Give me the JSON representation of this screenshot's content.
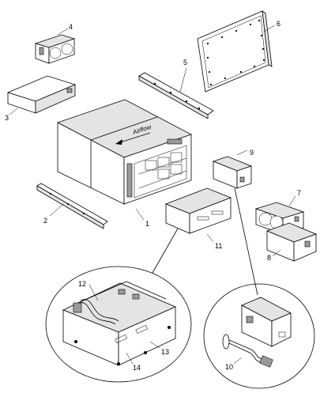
{
  "diagram": {
    "arrow_label": "Airflow",
    "callouts": [
      "1",
      "2",
      "3",
      "4",
      "5",
      "6",
      "7",
      "8",
      "9",
      "10",
      "11",
      "12",
      "13",
      "14"
    ]
  }
}
